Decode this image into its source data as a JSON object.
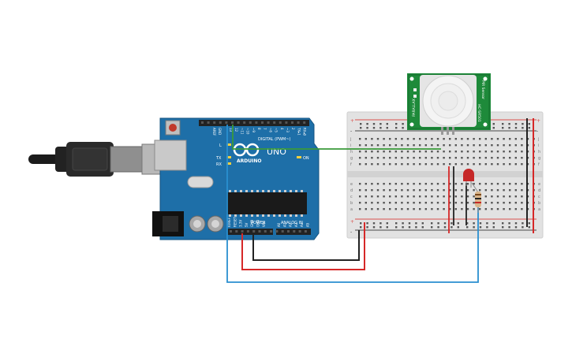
{
  "board": {
    "logo_text": "ARDUINO",
    "model": "UNO",
    "digital_header": "DIGITAL (PWM~)",
    "power_label": "POWER",
    "analog_label": "ANALOG IN",
    "on_label": "ON",
    "l_label": "L",
    "tx_label": "TX",
    "rx_label": "RX",
    "aref_label": "AREF",
    "gnd_label": "GND",
    "ioref_label": "IOREF",
    "reset_label": "RESET",
    "v33_label": "3.3V",
    "v5_label": "5V",
    "vin_label": "VIN",
    "analog_pins": [
      "A0",
      "A1",
      "A2",
      "A3",
      "A4",
      "A5"
    ],
    "digital_pins": [
      "13",
      "12",
      "~11",
      "~10",
      "~9",
      "8",
      "7",
      "~6",
      "~5",
      "4",
      "~3",
      "2",
      "TX▸1",
      "RX◂0"
    ]
  },
  "pir": {
    "label_right": "PIR Sensor",
    "label_model": "HC-SR501",
    "label_left": "PARALLAX"
  },
  "breadboard": {
    "row_letters_top": [
      "j",
      "i",
      "h",
      "g",
      "f"
    ],
    "row_letters_bottom": [
      "e",
      "d",
      "c",
      "b",
      "a"
    ],
    "plus": "+",
    "minus": "-"
  },
  "colors": {
    "board": "#1e6fa8",
    "wire_red": "#d62828",
    "wire_black": "#222222",
    "wire_green": "#3a9a3a",
    "wire_blue": "#2a8fd0",
    "led": "#c62828",
    "pir_pcb": "#1e8a3a"
  }
}
